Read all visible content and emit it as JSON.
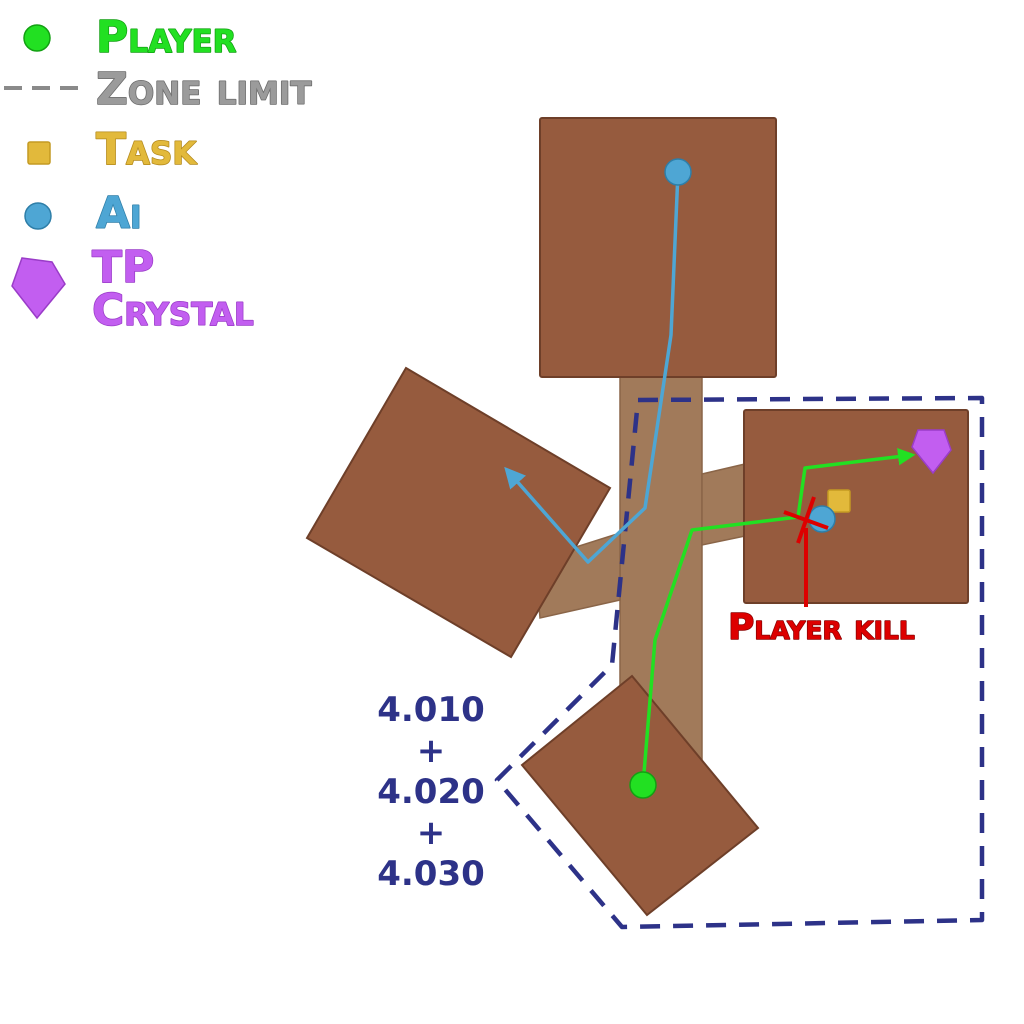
{
  "legend": {
    "player": {
      "label": "Player",
      "color": "#22e022",
      "icon": "green-circle"
    },
    "zone_limit": {
      "label": "Zone limit",
      "color": "#8a8a8a",
      "icon": "dashed-line"
    },
    "task": {
      "label": "Task",
      "color": "#e2b93b",
      "icon": "yellow-square"
    },
    "ai": {
      "label": "Ai",
      "color": "#4ea6d4",
      "icon": "blue-circle"
    },
    "tp_crystal": {
      "label_line1": "TP",
      "label_line2": "Crystal",
      "color": "#c25ef0",
      "icon": "purple-crystal"
    }
  },
  "map": {
    "room_color": "#965b3e",
    "corridor_color": "#a17a5a",
    "zone_border_color": "#2d3288",
    "player_path_color": "#22e022",
    "ai_path_color": "#4ea6d4",
    "kill_color": "#dd0000",
    "kill_label": "Player kill",
    "zone_ids": {
      "line1": "4.010",
      "plus1": "+",
      "line2": "4.020",
      "plus2": "+",
      "line3": "4.030"
    }
  }
}
